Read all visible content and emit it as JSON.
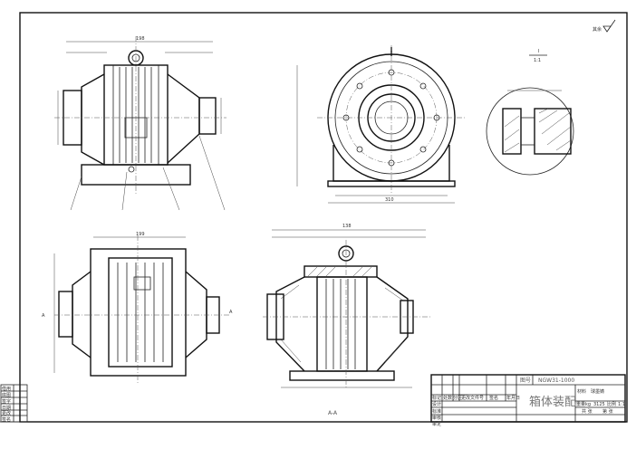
{
  "drawing": {
    "title": "箱体装配",
    "drawing_number_label": "图号",
    "drawing_number": "NGW31-1000",
    "material_label": "材料",
    "material": "球墨铸",
    "weight_label": "重量kg",
    "weight": "3125",
    "scale_label": "比例",
    "scale": "1:1",
    "sheets_total": "共 张",
    "sheet_no": "第 张",
    "header_row": [
      "标记",
      "处数",
      "分区",
      "更改文件号",
      "签名",
      "年月日"
    ],
    "roles": [
      "设计",
      "标准",
      "审核",
      "审定"
    ],
    "side_table": [
      "借用",
      "底图",
      "签字",
      "日期",
      "更改",
      "签名"
    ],
    "roughness_note": "其余",
    "detail_label": "I",
    "detail_scale": "1:1",
    "section_label": "A-A",
    "section_marker": "A",
    "dimensions": {
      "top_width": "198",
      "section_width": "138",
      "side_base": "310",
      "top_view_width": "199"
    }
  }
}
